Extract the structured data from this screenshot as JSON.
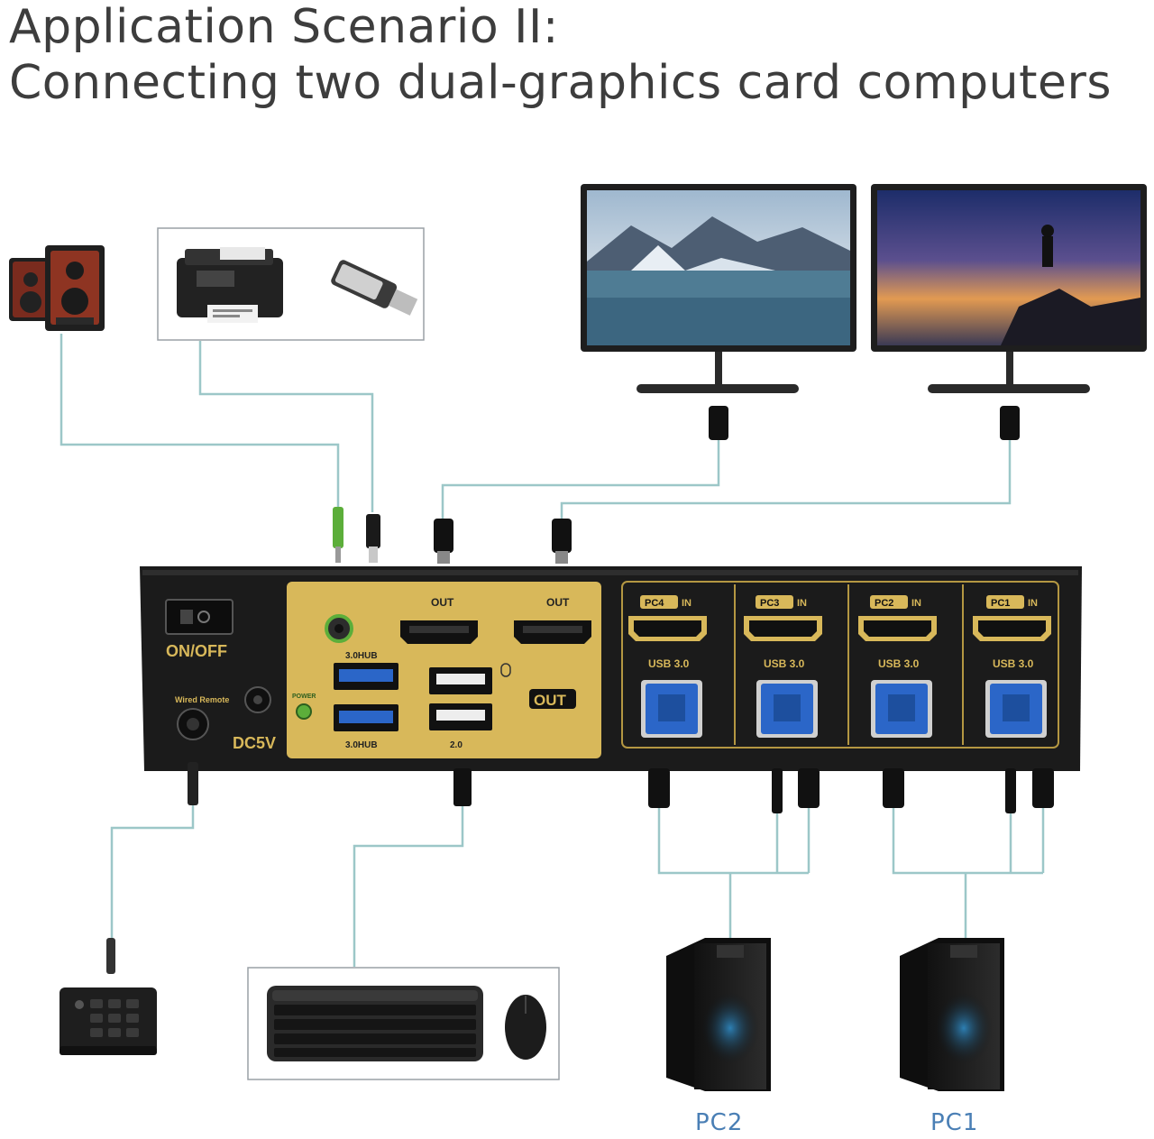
{
  "title": {
    "line1": "Application Scenario II:",
    "line2": "Connecting two dual-graphics card computers"
  },
  "kvm": {
    "power_switch_label": "ON/OFF",
    "wired_remote_label": "Wired Remote",
    "dc_label": "DC5V",
    "power_led_label": "POWER",
    "usb_hub_top_label": "3.0HUB",
    "usb_hub_bottom_label": "3.0HUB",
    "out1_label": "OUT",
    "out2_label": "OUT",
    "out_big_label": "OUT",
    "usb2_label": "2.0",
    "inputs": [
      {
        "pc": "PC4",
        "in": "IN",
        "usb": "USB 3.0"
      },
      {
        "pc": "PC3",
        "in": "IN",
        "usb": "USB 3.0"
      },
      {
        "pc": "PC2",
        "in": "IN",
        "usb": "USB 3.0"
      },
      {
        "pc": "PC1",
        "in": "IN",
        "usb": "USB 3.0"
      }
    ]
  },
  "computers": {
    "left": "PC2",
    "right": "PC1"
  },
  "colors": {
    "panel_gold": "#d8b85a",
    "chassis": "#1b1b1b",
    "usb_blue": "#2b66c8",
    "cable": "#9cc7c8",
    "pc_label": "#4a7fb5"
  }
}
